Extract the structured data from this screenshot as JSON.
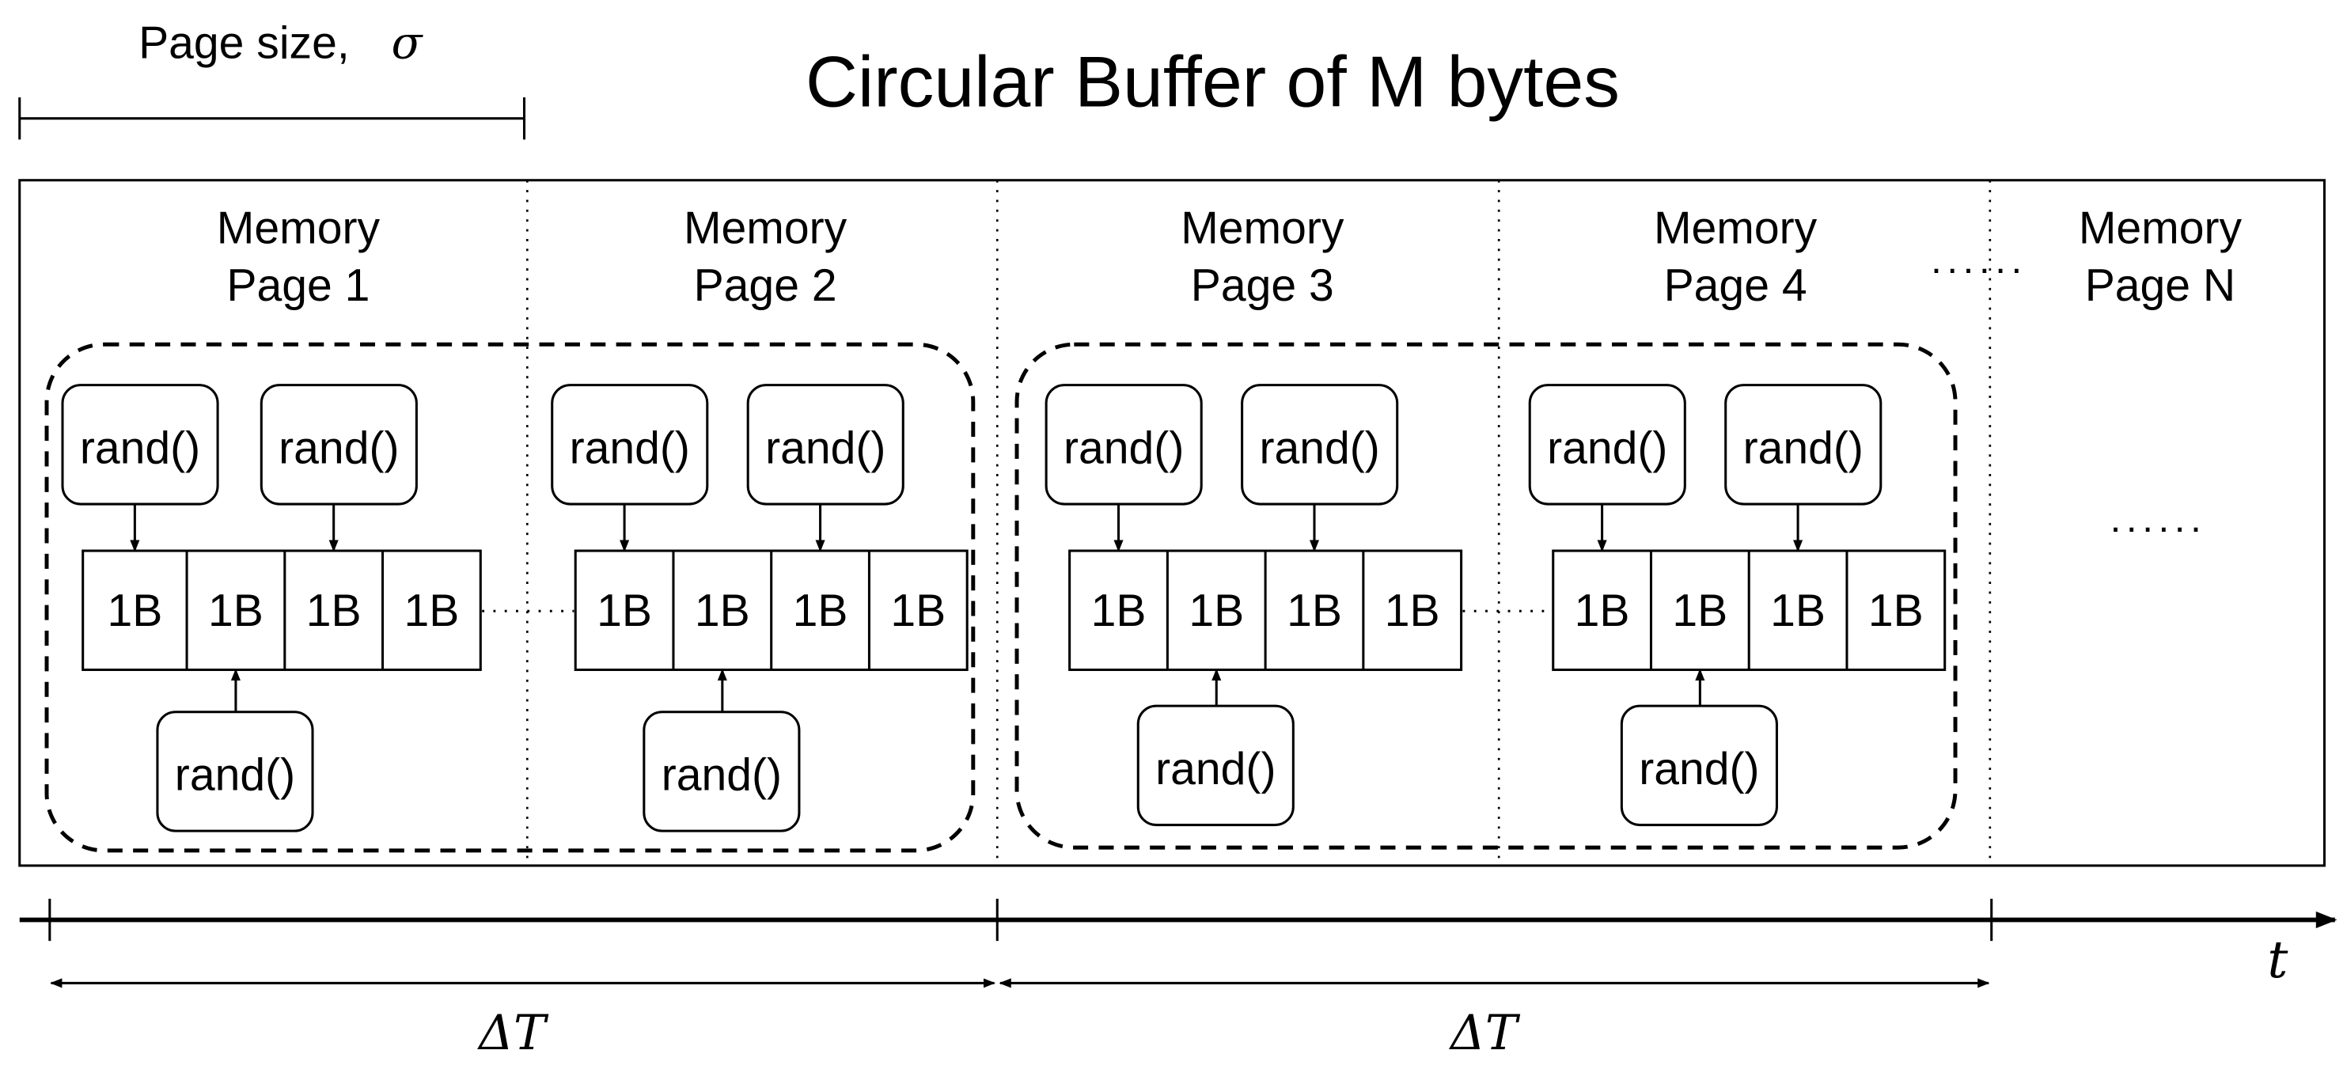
{
  "title": "Circular Buffer of M bytes",
  "page_size": {
    "label": "Page size,",
    "symbol": "σ"
  },
  "pages": [
    {
      "line1": "Memory",
      "line2": "Page 1"
    },
    {
      "line1": "Memory",
      "line2": "Page 2"
    },
    {
      "line1": "Memory",
      "line2": "Page 3"
    },
    {
      "line1": "Memory",
      "line2": "Page 4"
    },
    {
      "line1": "Memory",
      "line2": "Page N"
    }
  ],
  "rand_label": "rand()",
  "cell_label": "1B",
  "ellipsis": "······",
  "axis": {
    "label": "t"
  },
  "intervals": [
    {
      "label": "ΔT"
    },
    {
      "label": "ΔT"
    }
  ]
}
